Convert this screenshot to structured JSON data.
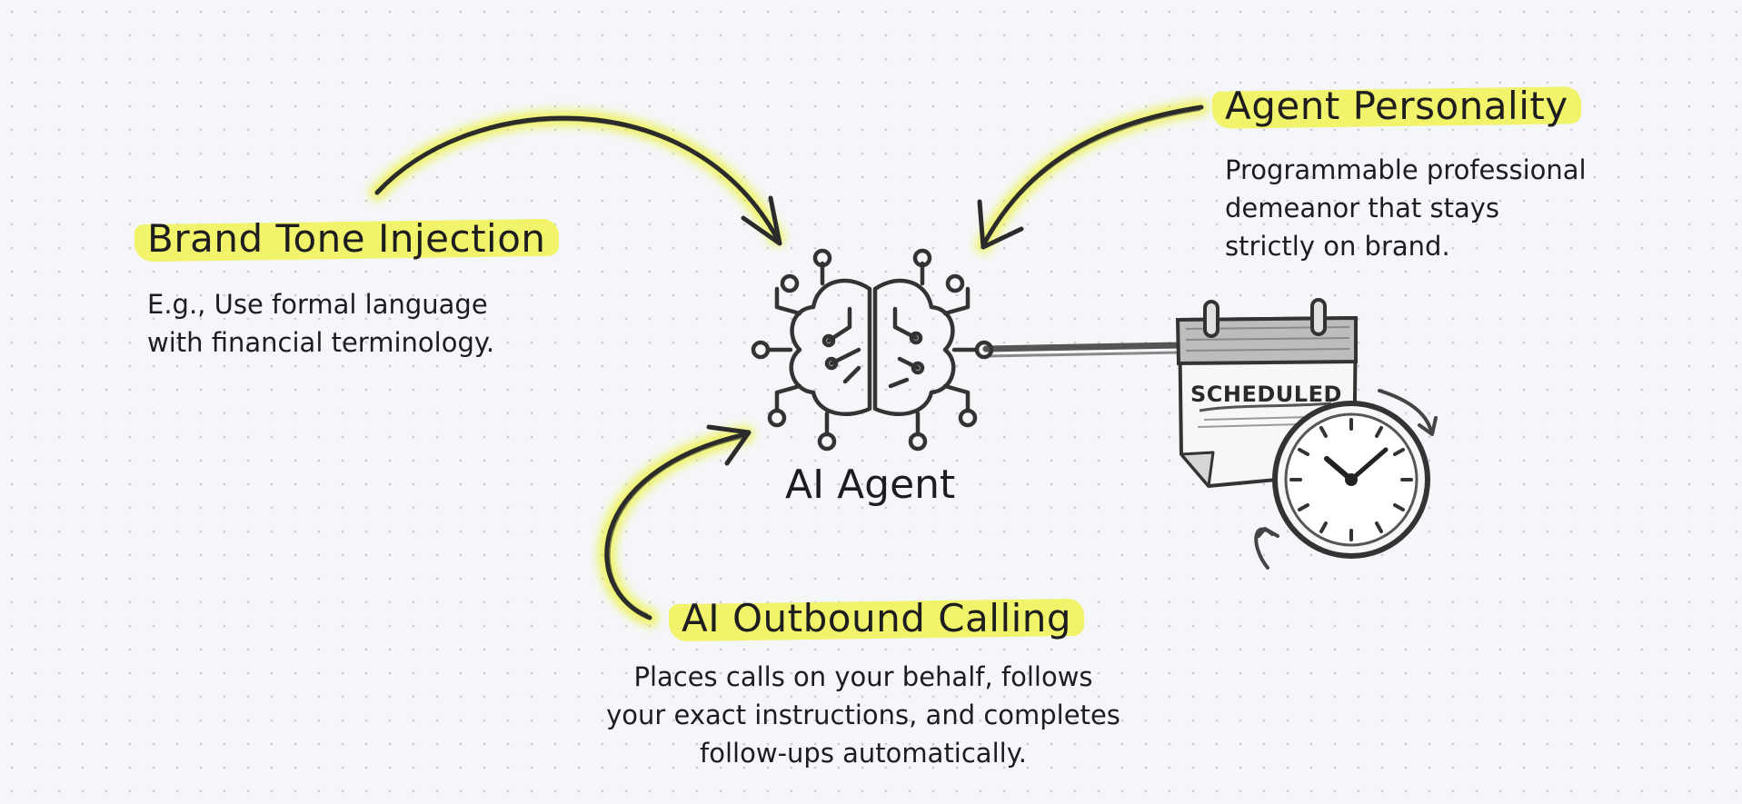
{
  "colors": {
    "highlight": "#f1f35a",
    "ink": "#1d1d1f",
    "sketch": "#3a3a3a"
  },
  "center": {
    "label": "AI Agent",
    "icon": "circuit-brain-icon"
  },
  "nodes": {
    "brand_tone": {
      "title": "Brand Tone Injection",
      "lines": [
        "E.g., Use formal language",
        "with financial terminology."
      ]
    },
    "personality": {
      "title": "Agent Personality",
      "lines": [
        "Programmable professional",
        "demeanor that stays",
        "strictly on brand."
      ]
    },
    "outbound": {
      "title": "AI Outbound Calling",
      "lines": [
        "Places calls on your behalf, follows",
        "your exact instructions, and completes",
        "follow-ups automatically."
      ]
    }
  },
  "scheduler": {
    "label": "SCHEDULED",
    "icons": [
      "calendar-icon",
      "clock-icon"
    ]
  }
}
